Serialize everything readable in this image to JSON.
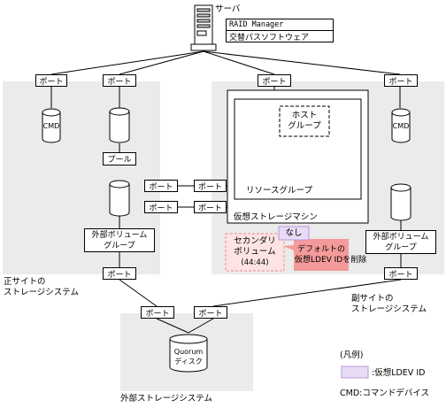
{
  "server": {
    "label": "サーバ",
    "raid_manager": "RAID Manager",
    "path_software": "交替パスソフトウェア"
  },
  "port_label": "ポート",
  "cmd_label": "CMD",
  "pool_label": "プール",
  "external_volume_group": {
    "line1": "外部ボリューム",
    "line2": "グループ"
  },
  "host_group": {
    "line1": "ホスト",
    "line2": "グループ"
  },
  "resource_group": "リソースグループ",
  "virtual_storage_machine": "仮想ストレージマシン",
  "secondary_volume": {
    "line1": "セカンダリ",
    "line2": "ボリューム",
    "line3": "(44:44)"
  },
  "none_label": "なし",
  "default_delete": {
    "line1": "デフォルトの",
    "line2": "仮想LDEV IDを削除"
  },
  "primary_site": {
    "line1": "正サイトの",
    "line2": "ストレージシステム"
  },
  "secondary_site": {
    "line1": "副サイトの",
    "line2": "ストレージシステム"
  },
  "quorum": {
    "line1": "Quorum",
    "line2": "ディスク"
  },
  "external_storage": "外部ストレージシステム",
  "legend": {
    "title": "(凡例)",
    "virtual_ldev": ":仮想LDEV ID",
    "cmd": "CMD:コマンドデバイス"
  },
  "colors": {
    "site_bg": "#ebebeb",
    "virtual_ldev_fill": "#e8dcf5",
    "secondary_fill": "#fde3e3",
    "delete_fill": "#f59a9a"
  }
}
